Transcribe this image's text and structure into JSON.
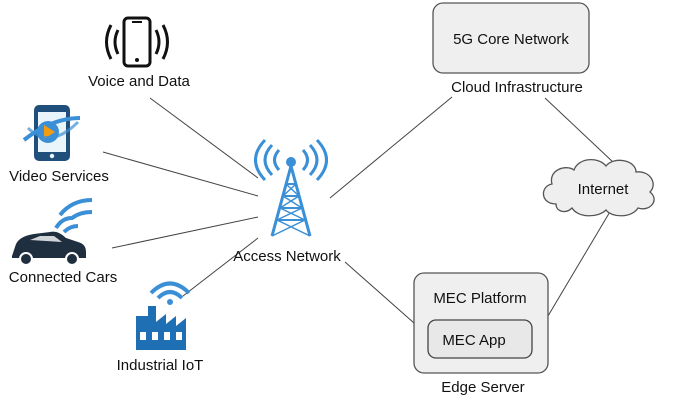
{
  "nodes": {
    "voice": {
      "label": "Voice and Data"
    },
    "video": {
      "label": "Video Services"
    },
    "cars": {
      "label": "Connected Cars"
    },
    "iot": {
      "label": "Industrial IoT"
    },
    "access": {
      "label": "Access Network"
    },
    "core": {
      "label": "5G Core Network",
      "group_label": "Cloud Infrastructure"
    },
    "internet": {
      "label": "Internet"
    },
    "mec": {
      "label": "MEC Platform",
      "app_label": "MEC App",
      "group_label": "Edge Server"
    }
  },
  "colors": {
    "accent_blue": "#3b8fd6",
    "dark_blue": "#1f4f7a",
    "orange": "#f39c12",
    "box_fill": "#efefef"
  }
}
